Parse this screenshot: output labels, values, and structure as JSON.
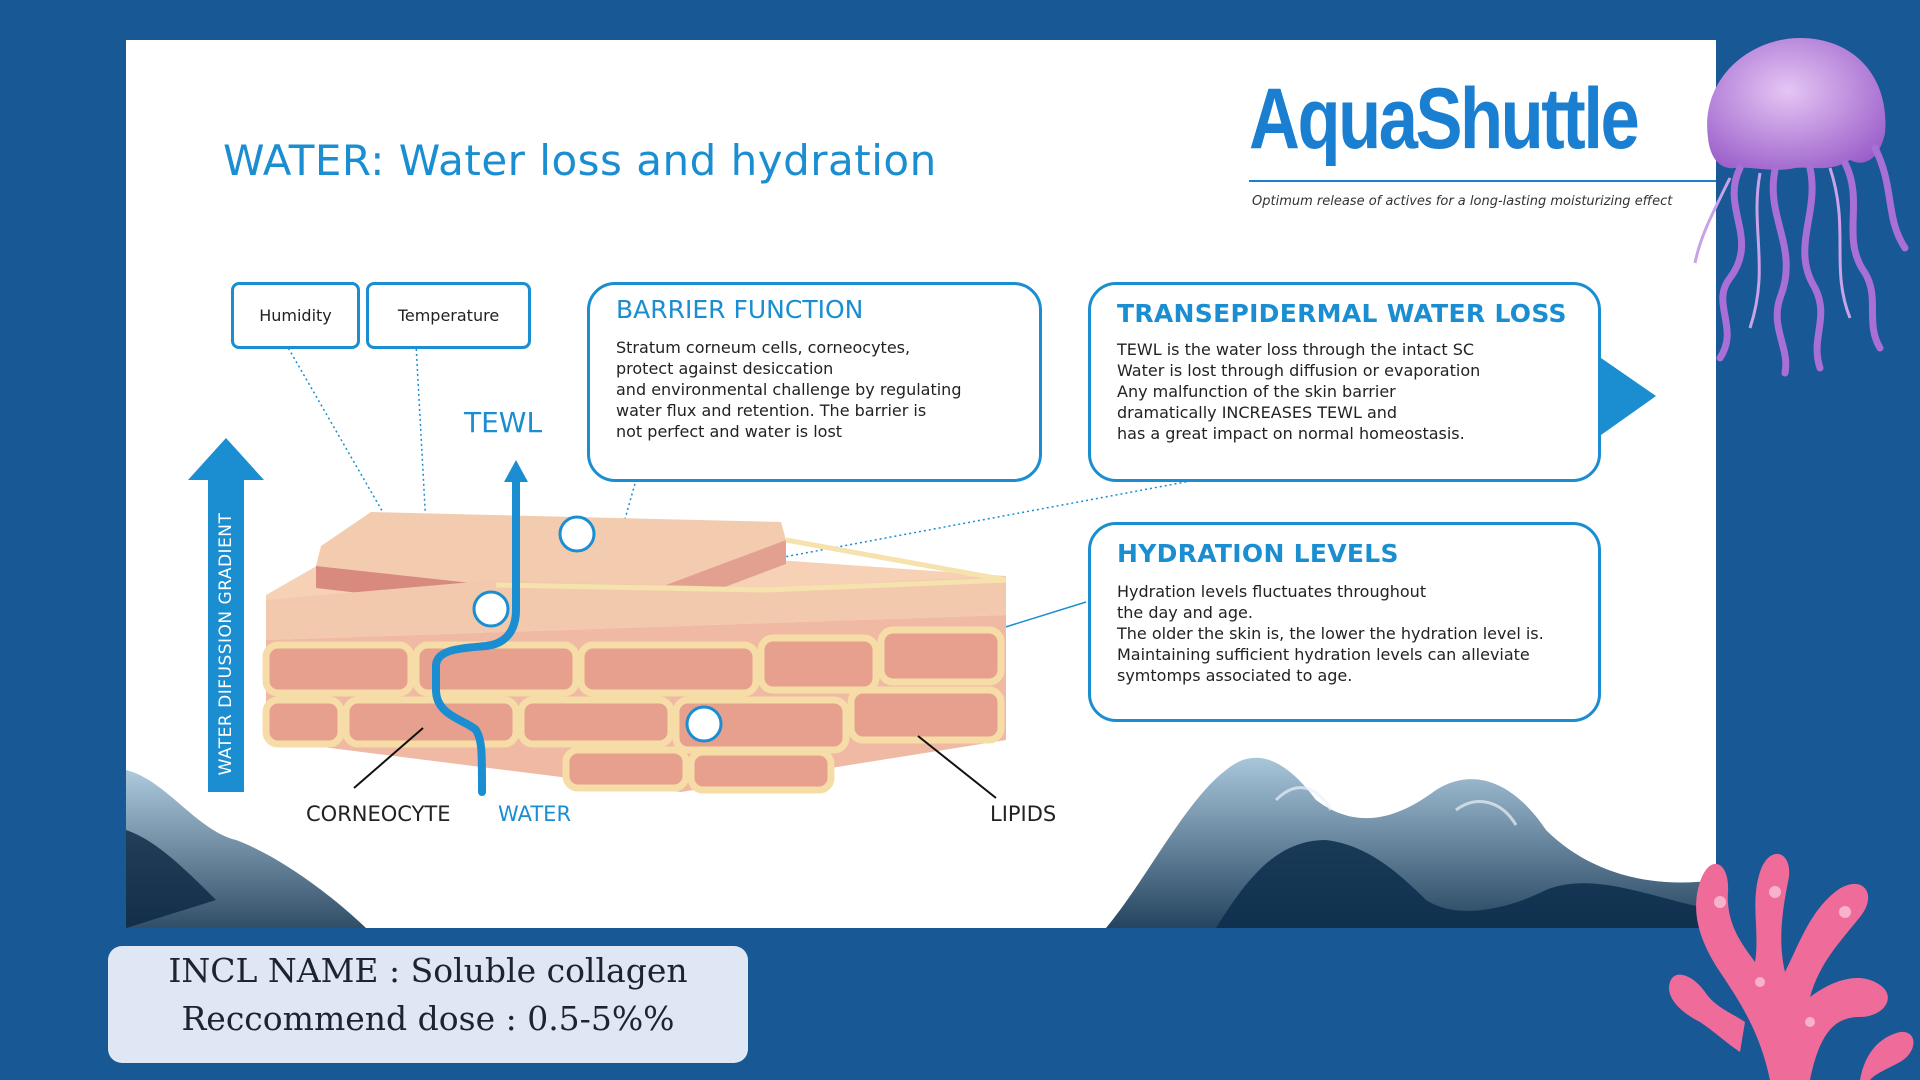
{
  "slide": {
    "title": "WATER: Water loss and hydration",
    "logo": {
      "name": "AquaShuttle",
      "tagline": "Optimum release of actives for a long-lasting moisturizing effect"
    },
    "chips": {
      "humidity": "Humidity",
      "temperature": "Temperature"
    },
    "barrier": {
      "title": "BARRIER FUNCTION",
      "text": "Stratum corneum cells, corneocytes,\nprotect against desiccation\nand environmental challenge by regulating\nwater flux and retention. The barrier is\nnot perfect and water is lost"
    },
    "tewl": {
      "title": "TRANSEPIDERMAL WATER LOSS",
      "text": "TEWL is the water loss through the intact SC\nWater is lost through diffusion or evaporation\nAny malfunction of the skin barrier\ndramatically INCREASES TEWL and\nhas a great impact on normal homeostasis."
    },
    "hydration": {
      "title": "HYDRATION LEVELS",
      "text": "Hydration levels fluctuates throughout\nthe day and age.\nThe older the skin is, the lower the hydration level is.\nMaintaining sufficient hydration levels can alleviate\nsymtomps associated to age."
    },
    "labels": {
      "gradient": "WATER DIFUSSION GRADIENT",
      "tewl": "TEWL",
      "corneocyte": "CORNEOCYTE",
      "water": "WATER",
      "lipids": "LIPIDS"
    }
  },
  "info": {
    "incl_name": "INCL NAME : Soluble collagen",
    "dose": "Reccommend dose : 0.5-5%%"
  },
  "colors": {
    "background": "#175895",
    "accent": "#1a8ed0",
    "brick": "#e8a79c",
    "lipid": "#f3dca2"
  }
}
